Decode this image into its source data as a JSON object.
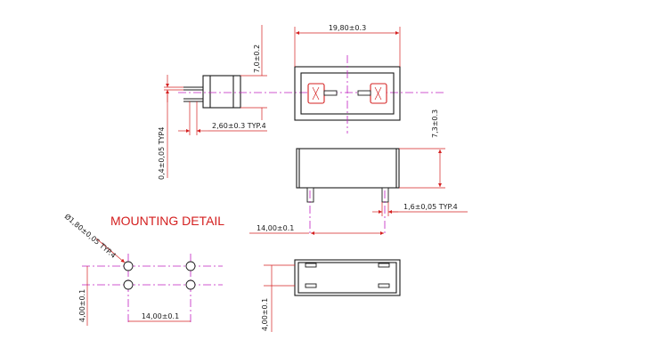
{
  "heading": "MOUNTING DETAIL",
  "dimensions": {
    "length": "19,80±0.3",
    "width": "7,0±0.2",
    "height": "7,3±0.3",
    "side_pin_spacing": "2,60±0.3 TYP.4",
    "pin_thickness": "0,4±0,05 TYP4",
    "pin_width": "1,6±0,05 TYP.4",
    "pin_pitch_front": "14,00±0.1",
    "hole_diameter": "Ø1,80±0,05 TYP.4",
    "hole_row_spacing": "4,00±0.1",
    "hole_pitch": "14,00±0.1",
    "bottom_row_spacing": "4,00±0.1"
  },
  "colors": {
    "outline": "#1a1a1a",
    "dimension": "#d42020",
    "centerline": "#c020c0"
  }
}
